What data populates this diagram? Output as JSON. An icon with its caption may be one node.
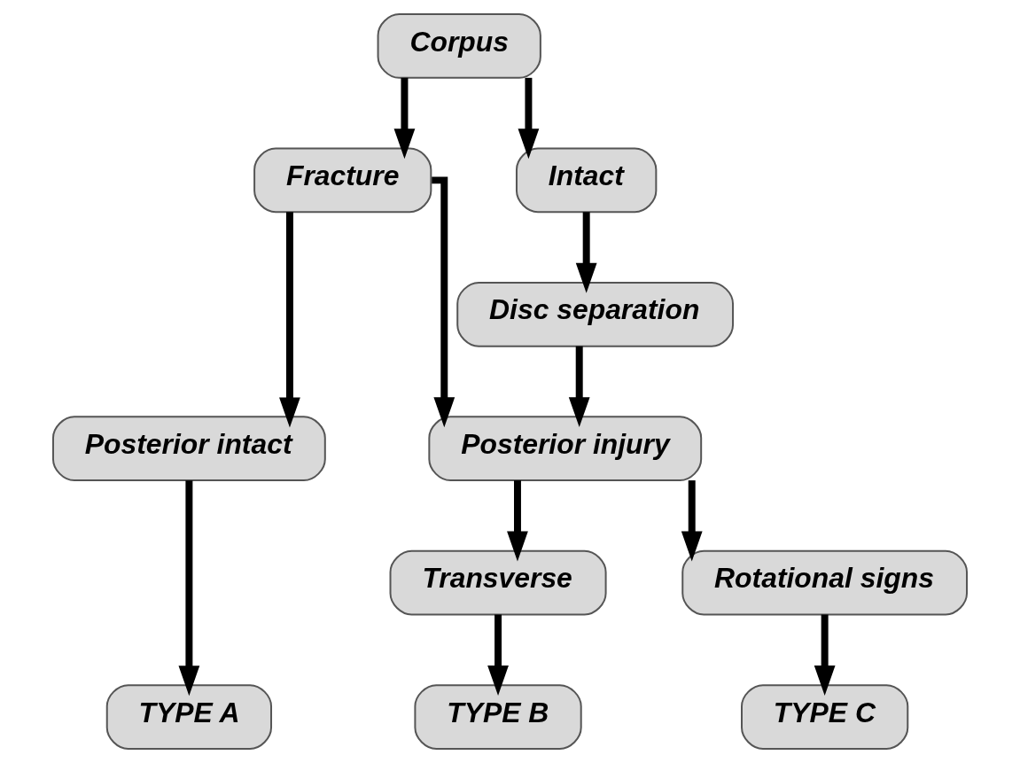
{
  "diagram": {
    "nodes": [
      {
        "text": [
          "Corpus"
        ]
      },
      {
        "text": [
          "Fracture"
        ]
      },
      {
        "text": [
          "Intact"
        ]
      },
      {
        "text": [
          "Disc separation"
        ]
      },
      {
        "text": [
          "Posterior intact"
        ]
      },
      {
        "text": [
          "Posterior injury"
        ]
      },
      {
        "text": [
          "Transverse"
        ]
      },
      {
        "text": [
          "Rotational signs"
        ]
      },
      {
        "text": [
          "TYPE A"
        ]
      },
      {
        "text": [
          "TYPE B"
        ]
      },
      {
        "text": [
          "TYPE C"
        ]
      }
    ],
    "edges": [
      {
        "from": 0,
        "to": 1,
        "arrow": "to"
      },
      {
        "from": 0,
        "to": 2,
        "arrow": "to"
      },
      {
        "from": 1,
        "to": 4,
        "arrow": "to"
      },
      {
        "from": 1,
        "to": 5,
        "arrow": "to"
      },
      {
        "from": 2,
        "to": 3,
        "arrow": "to"
      },
      {
        "from": 3,
        "to": 5,
        "arrow": "to"
      },
      {
        "from": 5,
        "to": 6,
        "arrow": "to"
      },
      {
        "from": 5,
        "to": 7,
        "arrow": "to"
      },
      {
        "from": 4,
        "to": 8,
        "arrow": "to"
      },
      {
        "from": 6,
        "to": 9,
        "arrow": "to"
      },
      {
        "from": 7,
        "to": 10,
        "arrow": "to"
      }
    ]
  }
}
